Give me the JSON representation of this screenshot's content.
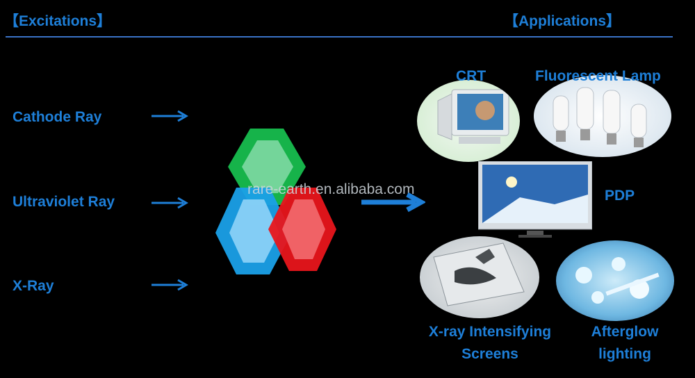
{
  "headers": {
    "excitations": "【Excitations】",
    "applications": "【Applications】"
  },
  "excitations": [
    {
      "label": "Cathode Ray"
    },
    {
      "label": "Ultraviolet Ray"
    },
    {
      "label": "X-Ray"
    }
  ],
  "applications": {
    "crt": "CRT",
    "fluorescent_lamp": "Fluorescent Lamp",
    "pdp": "PDP",
    "xray_screens_line1": "X-ray Intensifying",
    "xray_screens_line2": "Screens",
    "afterglow_line1": "Afterglow",
    "afterglow_line2": "lighting"
  },
  "watermark": "rare-earth.en.alibaba.com",
  "colors": {
    "accent_text": "#1e7fd8",
    "rule": "#3b73c8",
    "hex_green": "#16b34a",
    "hex_cyan": "#1aa0e8",
    "hex_red": "#e8151b"
  },
  "icons": [
    "arrow-right-icon",
    "rgb-hexagon-cluster",
    "crt-monitor-image",
    "cfl-lamps-image",
    "flat-tv-image",
    "xray-film-image",
    "afterglow-lamps-image"
  ]
}
